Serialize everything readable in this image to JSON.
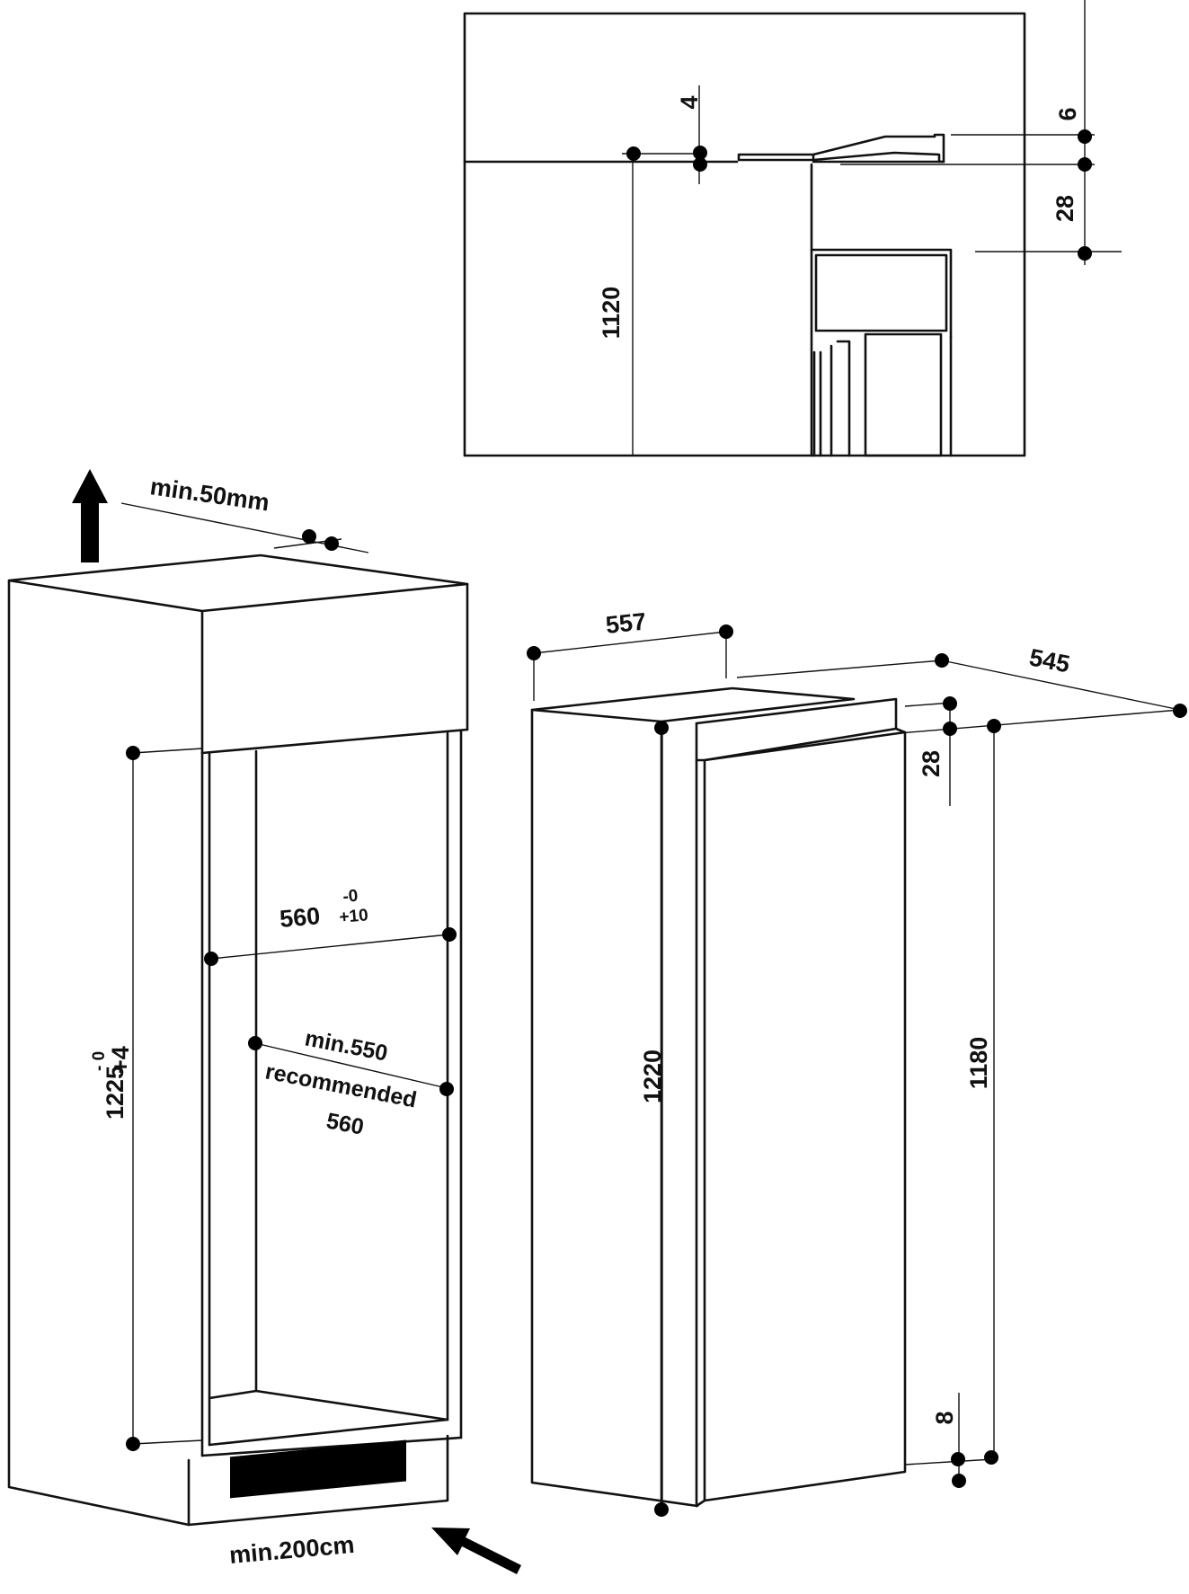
{
  "top_detail": {
    "d4": "4",
    "d6": "6",
    "d28": "28",
    "d1120": "1120"
  },
  "niche": {
    "vent_top": "min.50mm",
    "width_main": "560",
    "width_tol_top": "-0",
    "width_tol_bottom": "+10",
    "height_main": "1225",
    "height_tol_top": "- 0",
    "height_tol_bottom": "+4",
    "depth_min": "min.550",
    "depth_rec_label": "recommended",
    "depth_rec_value": "560",
    "vent_bottom": "min.200cm"
  },
  "appliance": {
    "width": "557",
    "depth": "545",
    "top_gap": "28",
    "height_total": "1220",
    "height_door": "1180",
    "bottom_gap": "8"
  }
}
